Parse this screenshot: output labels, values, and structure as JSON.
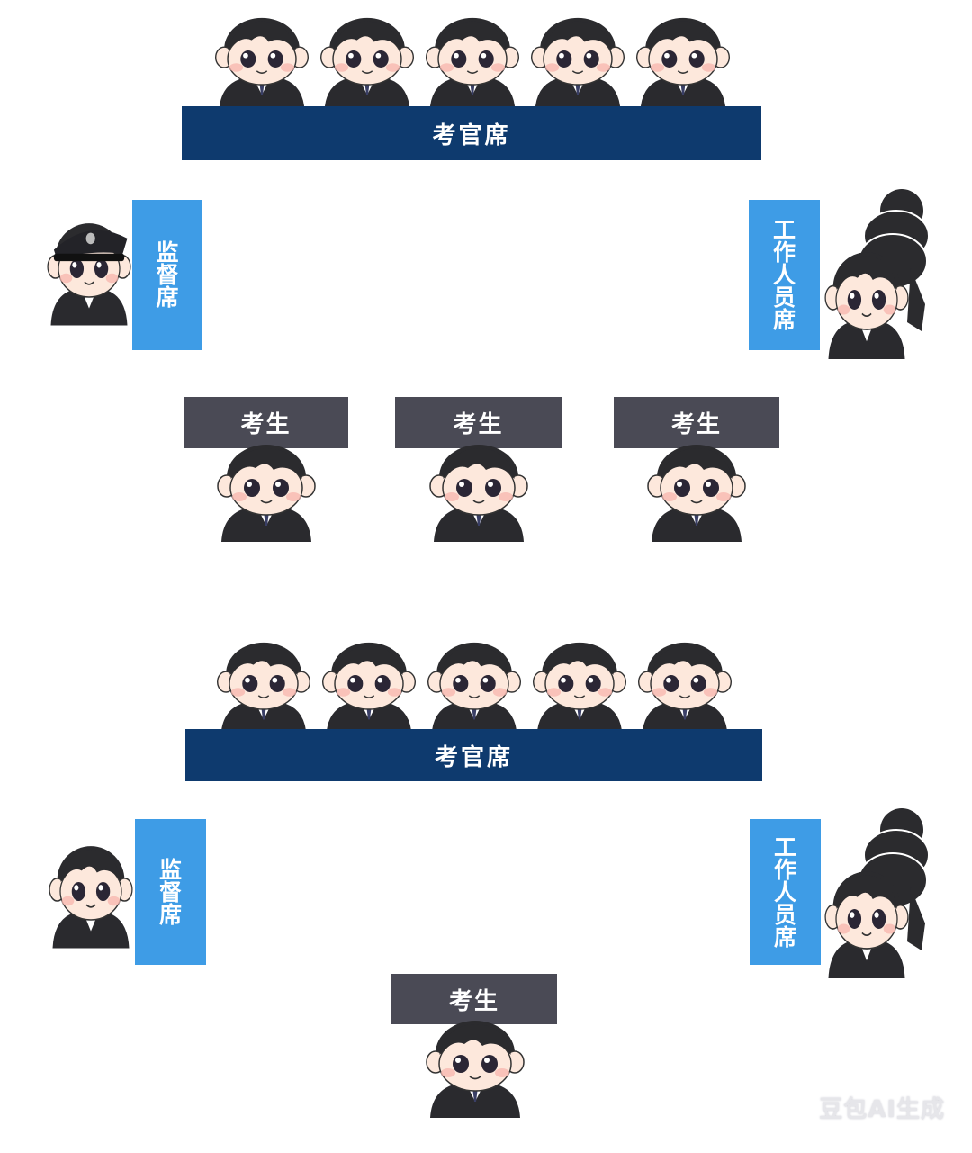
{
  "layouts": [
    {
      "examiner_label": "考官席",
      "supervisor_label": "监督席",
      "staff_label": "工作人员席",
      "candidate_labels": [
        "考生",
        "考生",
        "考生"
      ],
      "examiner_count": 5,
      "supervisor_icon": "police-officer-icon",
      "staff_icon": "female-staff-group-icon"
    },
    {
      "examiner_label": "考官席",
      "supervisor_label": "监督席",
      "staff_label": "工作人员席",
      "candidate_labels": [
        "考生"
      ],
      "examiner_count": 5,
      "supervisor_icon": "supervisor-icon",
      "staff_icon": "female-staff-group-icon"
    }
  ],
  "watermark": "豆包AI生成",
  "colors": {
    "examiner_bar": "#0e3a6e",
    "side_bar": "#3e9ce6",
    "candidate_bar": "#4a4a55",
    "hair": "#2b2b2e",
    "skin": "#fde8dc",
    "suit": "#2a2a2e"
  }
}
